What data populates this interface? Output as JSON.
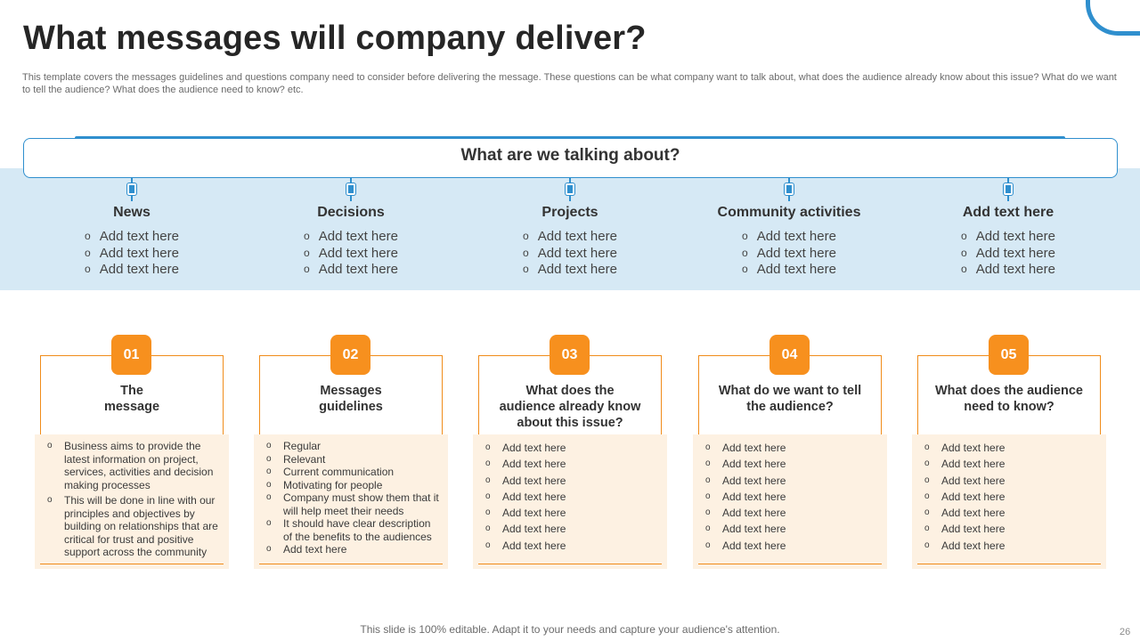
{
  "slide": {
    "title": "What messages will company deliver?",
    "subtitle": "This template covers the messages guidelines and questions company need to consider before delivering the message. These questions can be what company want to talk about, what does the audience already know about this issue? What do we want to tell the audience? What does the audience need to know? etc.",
    "footer": "This slide is 100% editable. Adapt it to your needs and capture your audience's attention.",
    "page_number": "26"
  },
  "topic": {
    "heading": "What are we talking about?",
    "columns": [
      {
        "title": "News",
        "items": [
          "Add text here",
          "Add text here",
          "Add text here"
        ]
      },
      {
        "title": "Decisions",
        "items": [
          "Add text here",
          "Add text here",
          "Add text here"
        ]
      },
      {
        "title": "Projects",
        "items": [
          "Add text here",
          "Add text here",
          "Add text here"
        ]
      },
      {
        "title": "Community activities",
        "items": [
          "Add text here",
          "Add text here",
          "Add text here"
        ]
      },
      {
        "title": "Add text  here",
        "items": [
          "Add text here",
          "Add text here",
          "Add text here"
        ]
      }
    ]
  },
  "cards": [
    {
      "number": "01",
      "title_line1": "The",
      "title_line2": "message",
      "title_line3": "",
      "items": [
        "Business aims to provide the latest information on project, services, activities and decision making processes",
        "This will be done in line with our principles and objectives by building on relationships that are critical for trust and positive support across the community"
      ]
    },
    {
      "number": "02",
      "title_line1": "Messages",
      "title_line2": "guidelines",
      "title_line3": "",
      "items": [
        "Regular",
        "Relevant",
        "Current communication",
        "Motivating for people",
        "Company must show them that it will help meet their needs",
        "It should have clear description of the benefits to  the audiences",
        "Add text here"
      ]
    },
    {
      "number": "03",
      "title_line1": "What does the",
      "title_line2": "audience already know",
      "title_line3": "about this issue?",
      "items": [
        "Add text here",
        "Add text here",
        "Add text here",
        "Add text here",
        "Add text here",
        "Add text here",
        "Add text here"
      ]
    },
    {
      "number": "04",
      "title_line1": "What do we want to tell",
      "title_line2": "the audience?",
      "title_line3": "",
      "items": [
        "Add text here",
        "Add text here",
        "Add text here",
        "Add text here",
        "Add text here",
        "Add text here",
        "Add text here"
      ]
    },
    {
      "number": "05",
      "title_line1": "What does the audience",
      "title_line2": "need to know?",
      "title_line3": "",
      "items": [
        "Add text here",
        "Add text here",
        "Add text here",
        "Add text here",
        "Add text here",
        "Add text here",
        "Add text here"
      ]
    }
  ],
  "colors": {
    "accent_blue": "#2f8fce",
    "band_blue": "#d6e9f5",
    "accent_orange": "#f7901e",
    "card_fill": "#fdf1e2"
  }
}
